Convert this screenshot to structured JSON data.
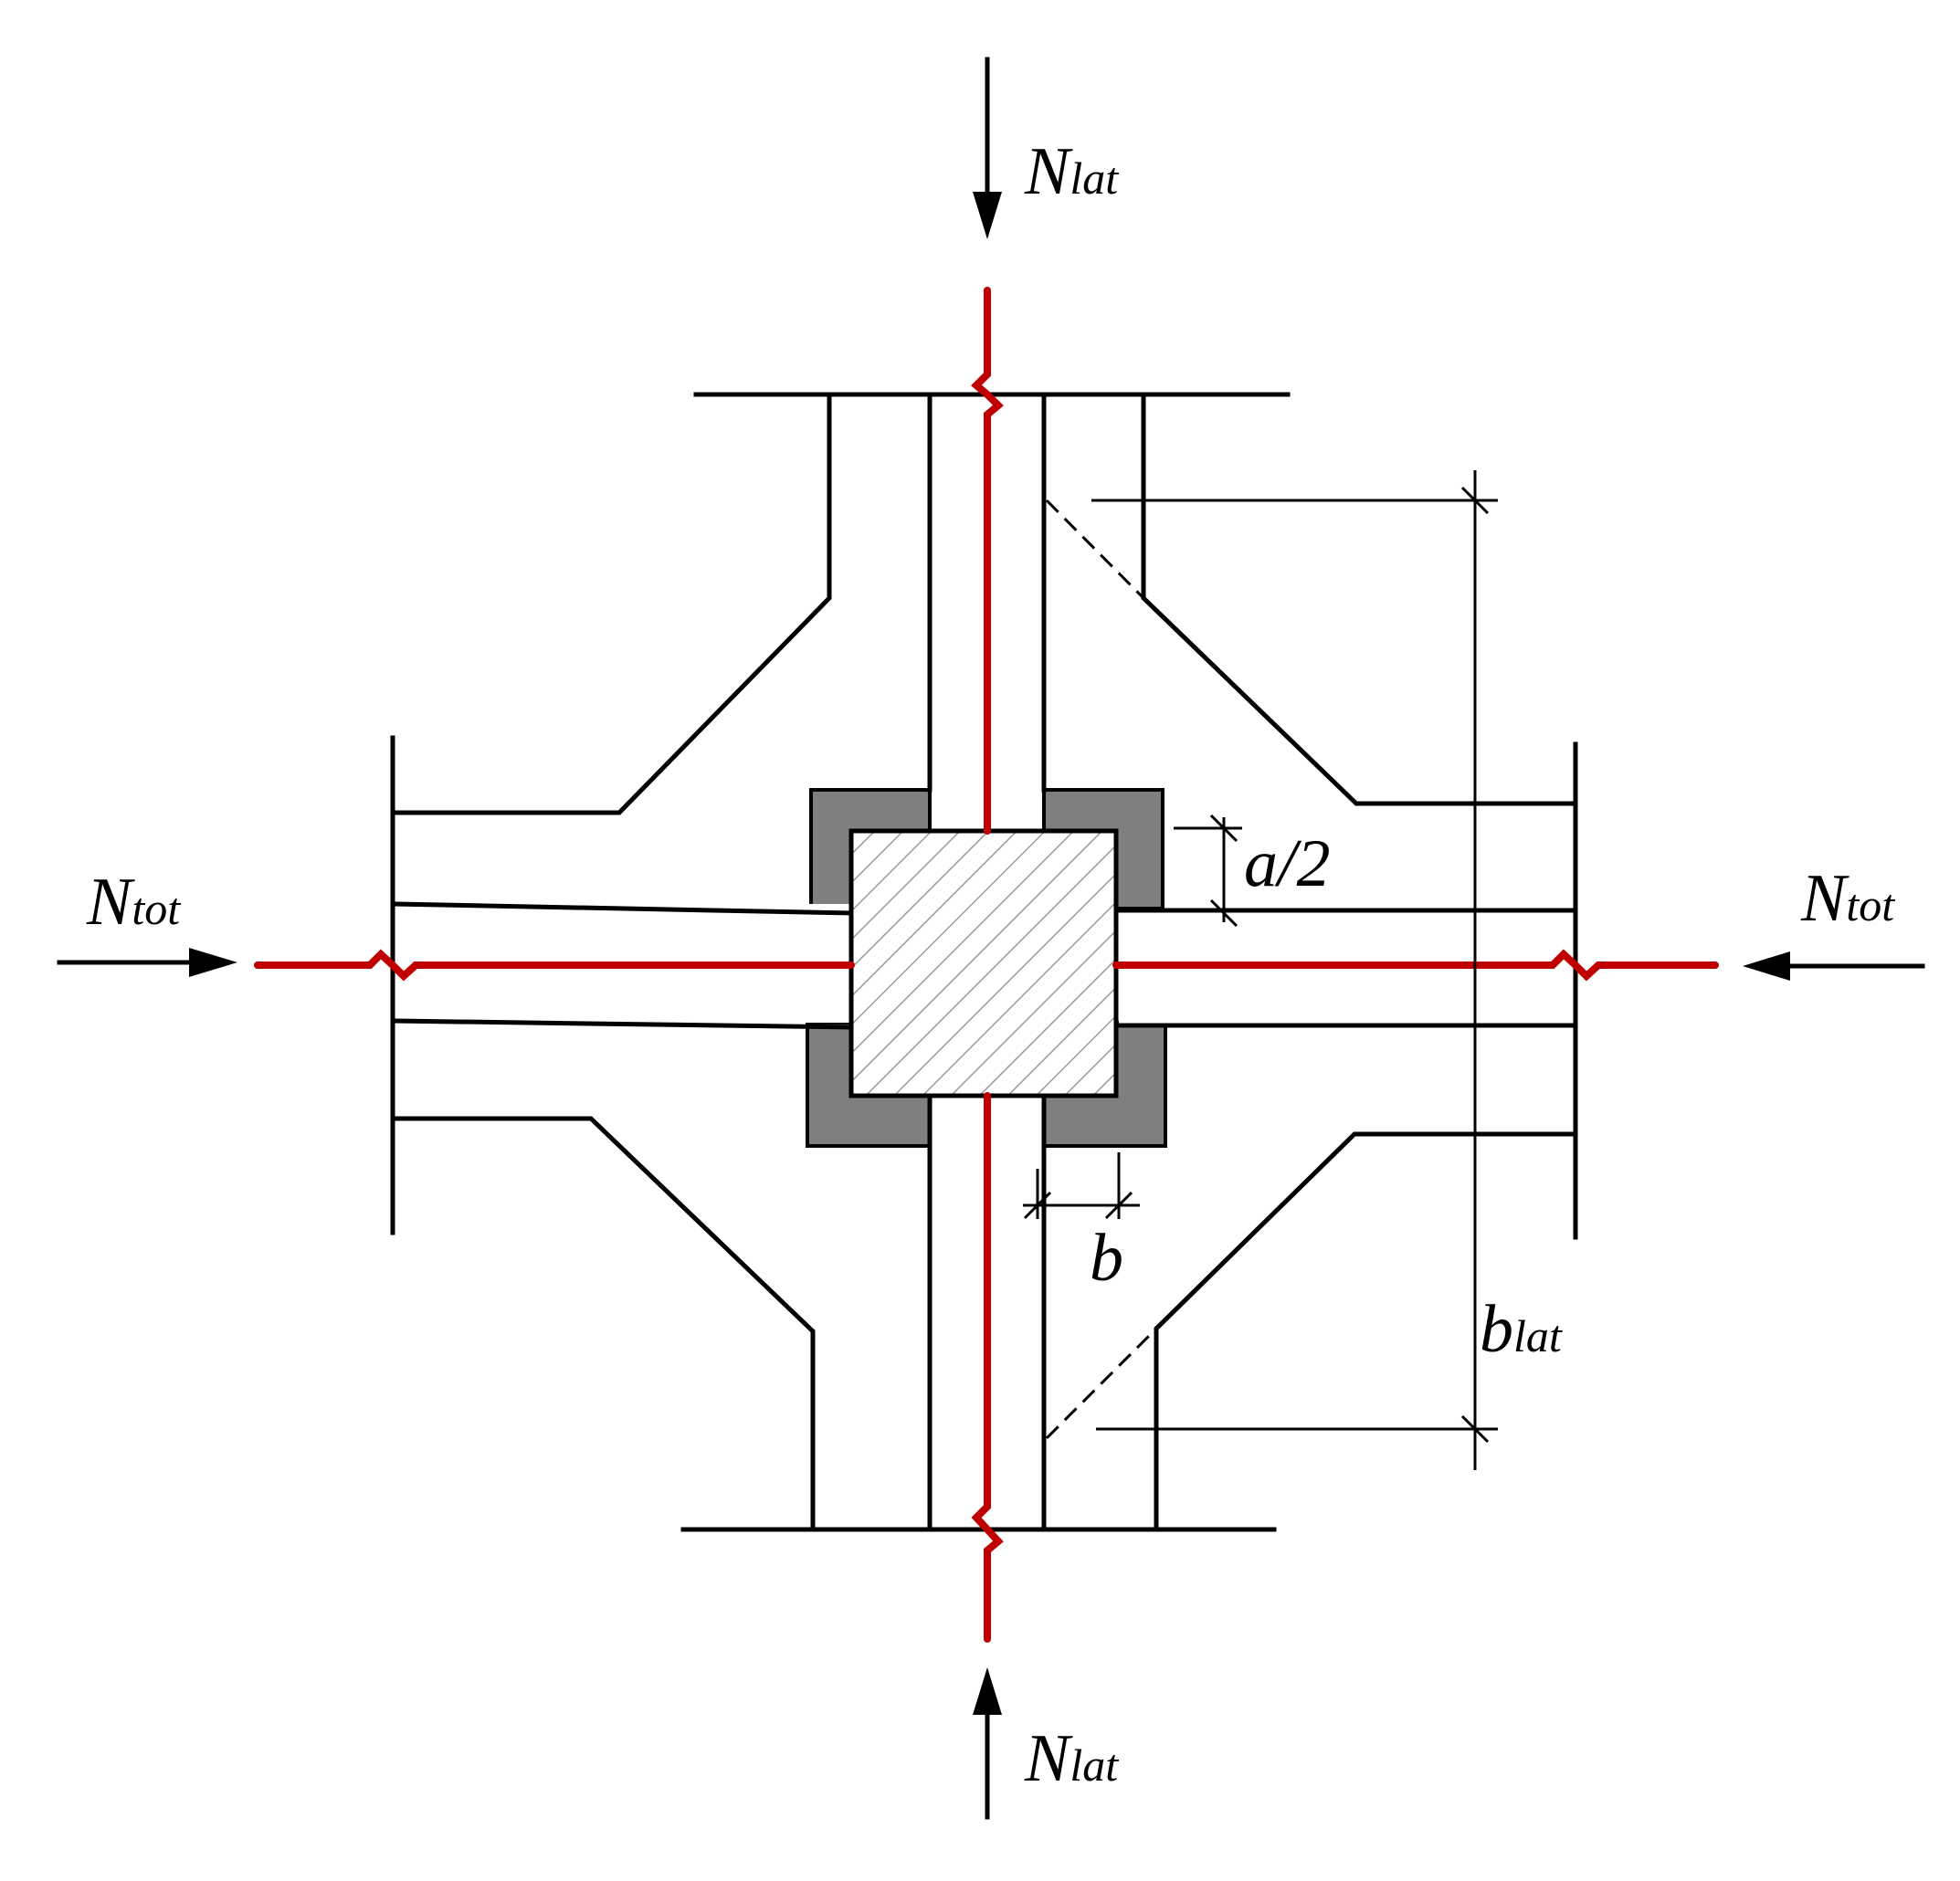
{
  "labels": {
    "n_lat_top": {
      "main": "N",
      "sub": "lat"
    },
    "n_lat_bottom": {
      "main": "N",
      "sub": "lat"
    },
    "n_tot_left": {
      "main": "N",
      "sub": "tot"
    },
    "n_tot_right": {
      "main": "N",
      "sub": "tot"
    },
    "a_half": "a/2",
    "b": "b",
    "b_lat": {
      "main": "b",
      "sub": "lat"
    }
  },
  "colors": {
    "member_axis": "#c00000",
    "gusset_fill": "#7f7f7f",
    "line": "#000000",
    "hatch": "#9a9a9a"
  }
}
